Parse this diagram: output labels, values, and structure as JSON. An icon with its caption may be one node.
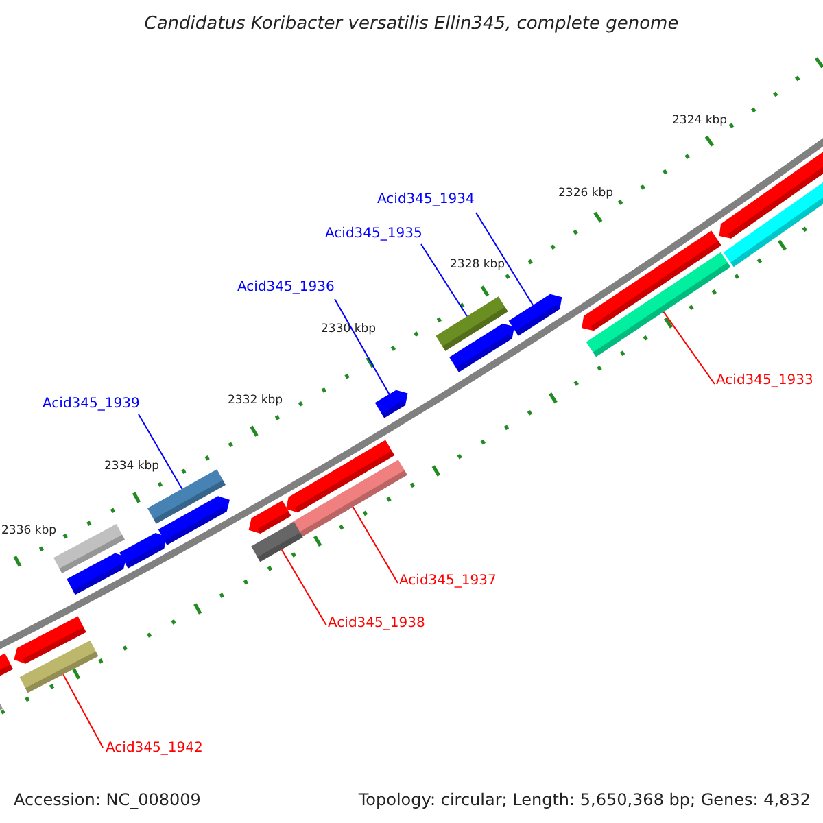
{
  "diagram": {
    "title": "Candidatus Koribacter versatilis Ellin345, complete genome",
    "nodes": [
      {
        "text": [
          "Acid345_1934"
        ]
      },
      {
        "text": [],
        "shape": "bar"
      },
      {
        "text": [
          "Acid345_1935"
        ]
      },
      {
        "text": [],
        "shape": "bar"
      },
      {
        "text": [
          "Acid345_1936"
        ]
      },
      {
        "text": [],
        "shape": "bar"
      },
      {
        "text": [
          "Acid345_1933"
        ]
      },
      {
        "text": [],
        "shape": "bar"
      },
      {
        "text": [
          "Acid345_1939"
        ]
      },
      {
        "text": [],
        "shape": "bar"
      },
      {
        "text": [
          "Acid345_1937"
        ]
      },
      {
        "text": [],
        "shape": "bar"
      },
      {
        "text": [
          "Acid345_1938"
        ]
      },
      {
        "text": [],
        "shape": "bar"
      },
      {
        "text": [
          "Acid345_1942"
        ]
      },
      {
        "text": [],
        "shape": "bar"
      },
      {
        "text": [],
        "shape": "bar"
      },
      {
        "text": [],
        "shape": "bar"
      },
      {
        "text": [],
        "shape": "bar"
      },
      {
        "text": [],
        "shape": "bar"
      },
      {
        "text": [],
        "shape": "bar"
      },
      {
        "text": [],
        "shape": "bar"
      },
      {
        "text": [],
        "shape": "bar"
      },
      {
        "text": [],
        "shape": "bar"
      },
      {
        "text": [],
        "shape": "bar"
      },
      {
        "text": [],
        "shape": "bar"
      },
      {
        "text": [],
        "shape": "bar"
      },
      {
        "text": [],
        "shape": "bar"
      },
      {
        "text": [],
        "shape": "bar"
      }
    ],
    "edges": [
      {
        "from": 0,
        "to": 1,
        "arrow": "none",
        "color": "#0000ff"
      },
      {
        "from": 2,
        "to": 3,
        "arrow": "none",
        "color": "#0000ff"
      },
      {
        "from": 4,
        "to": 5,
        "arrow": "none",
        "color": "#0000ff"
      },
      {
        "from": 6,
        "to": 7,
        "arrow": "none",
        "color": "#ff0000"
      },
      {
        "from": 8,
        "to": 9,
        "arrow": "none",
        "color": "#0000ff"
      },
      {
        "from": 10,
        "to": 11,
        "arrow": "none",
        "color": "#ff0000"
      },
      {
        "from": 12,
        "to": 13,
        "arrow": "none",
        "color": "#ff0000"
      },
      {
        "from": 14,
        "to": 15,
        "arrow": "none",
        "color": "#ff0000"
      }
    ],
    "labels": [
      "2324 kbp",
      "2326 kbp",
      "2328 kbp",
      "2330 kbp",
      "2332 kbp",
      "2334 kbp",
      "2336 kbp",
      "Accession: NC_008009",
      "Topology: circular; Length: 5,650,368 bp; Genes: 4,832"
    ]
  }
}
